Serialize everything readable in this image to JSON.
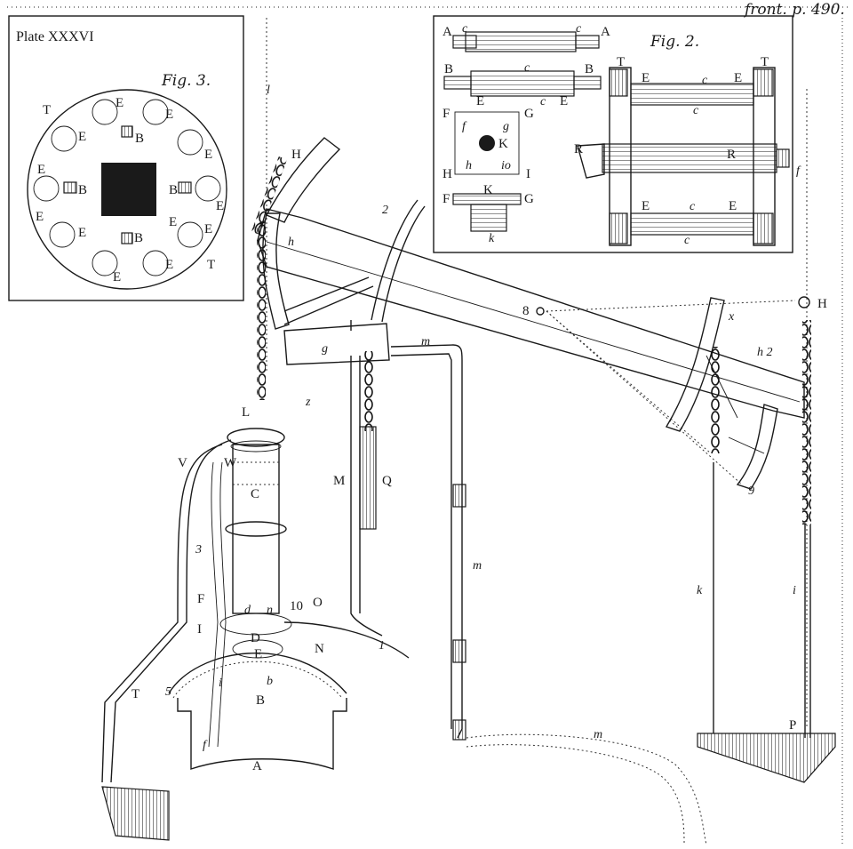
{
  "plate_title": "Plate XXXVI",
  "front_ref": "front. p. 490.",
  "fig2": {
    "title": "Fig. 2.",
    "labels": {
      "A_left": "A",
      "A_right": "A",
      "c_top": "c",
      "c_top2": "c",
      "B_left": "B",
      "B_right": "B",
      "c_mid": "c",
      "E_under1": "E",
      "c_under": "c",
      "E_under2": "E",
      "F1": "F",
      "G1": "G",
      "f": "f",
      "g": "g",
      "K": "K",
      "H": "H",
      "h": "h",
      "io": "io",
      "I": "I",
      "F2": "F",
      "K2": "K",
      "G2": "G",
      "k": "k",
      "T_left": "T",
      "T_right": "T",
      "E_tl": "E",
      "c_f1": "c",
      "E_tr": "E",
      "c_f2": "c",
      "R_left": "R",
      "R_mid": "R",
      "f_right": "f",
      "E_bl": "E",
      "c_f3": "c",
      "E_br": "E",
      "c_f4": "c"
    }
  },
  "fig3": {
    "title": "Fig. 3.",
    "labels": {
      "T_top": "T",
      "T_bottom": "T",
      "E1": "E",
      "E2": "E",
      "E3": "E",
      "E4": "E",
      "E5": "E",
      "E6": "E",
      "E7": "E",
      "E8": "E",
      "E9": "E",
      "E10": "E",
      "E11": "E",
      "E12": "E",
      "B_top": "B",
      "B_left": "B",
      "B_right": "B",
      "B_bottom": "B"
    }
  },
  "main": {
    "labels": {
      "l": "l",
      "H_left": "H",
      "h_left": "h",
      "n2": "2",
      "g_box": "g",
      "m_top": "m",
      "s8": "8",
      "x": "x",
      "H_right": "H",
      "h2": "h 2",
      "s9": "9",
      "L": "L",
      "z": "z",
      "V": "V",
      "W": "W",
      "C": "C",
      "M": "M",
      "Q": "Q",
      "m_mid": "m",
      "k": "k",
      "i_right": "i",
      "s3": "3",
      "F": "F",
      "I": "I",
      "d": "d",
      "n": "n",
      "s10": "10",
      "O": "O",
      "D": "D",
      "E": "E",
      "N": "N",
      "s1": "1",
      "T": "T",
      "s5": "5",
      "i_left": "i",
      "b": "b",
      "B": "B",
      "f": "f",
      "A": "A",
      "m_bottom": "m",
      "P": "P"
    }
  }
}
